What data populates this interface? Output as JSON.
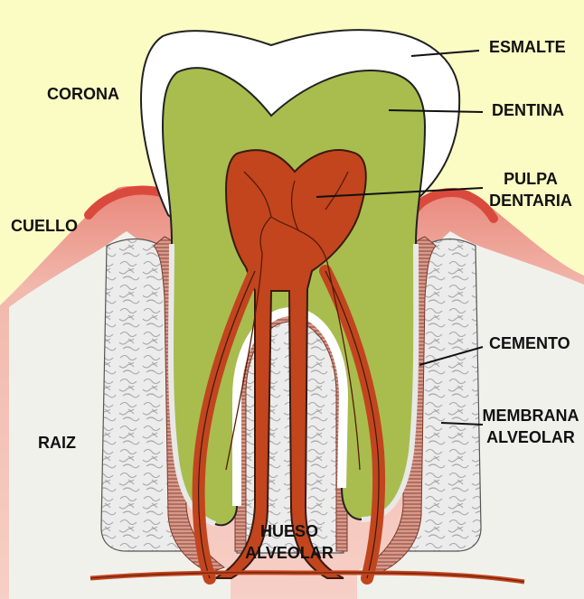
{
  "colors": {
    "background": "#fbfbc4",
    "gum": "#f2b9ad",
    "gum_edge": "#d94a3d",
    "bone_fill": "#ececec",
    "enamel": "#ffffff",
    "dentin": "#a8bd4e",
    "pulp": "#c2451e",
    "cementum": "#d99a8d",
    "outline": "#1a1a1a"
  },
  "labels": {
    "esmalte": "ESMALTE",
    "corona": "CORONA",
    "dentina": "DENTINA",
    "pulpa_1": "PULPA",
    "pulpa_2": "DENTARIA",
    "cuello": "CUELLO",
    "cemento": "CEMENTO",
    "membrana_1": "MEMBRANA",
    "membrana_2": "ALVEOLAR",
    "raiz": "RAIZ",
    "hueso_1": "HUESO",
    "hueso_2": "ALVEOLAR"
  }
}
